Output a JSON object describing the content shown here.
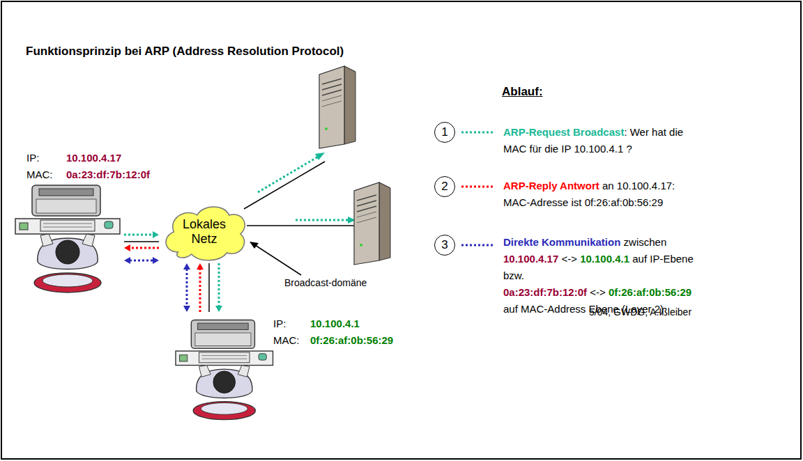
{
  "diagram": {
    "title": "Funktionsprinzip bei ARP (Address Resolution Protocol)",
    "nodes": [
      {
        "text": [
          "IP:",
          "10.100.4.17",
          "MAC:",
          "0a:23:df:7b:12:0f"
        ]
      },
      {
        "text": [
          "Lokales Netz"
        ]
      },
      {
        "text": [
          "IP:",
          "10.100.4.1",
          "MAC:",
          "0f:26:af:0b:56:29"
        ]
      }
    ],
    "edges": [
      {
        "from": 0,
        "to": 1,
        "arrow": "none"
      },
      {
        "from": 0,
        "to": 1,
        "arrow": "to"
      },
      {
        "from": 1,
        "to": 0,
        "arrow": "to"
      },
      {
        "from": 0,
        "to": 1,
        "arrow": "both"
      },
      {
        "from": 1,
        "to": 2,
        "arrow": "none"
      },
      {
        "from": 1,
        "to": 2,
        "arrow": "to"
      },
      {
        "from": 2,
        "to": 1,
        "arrow": "to"
      },
      {
        "from": 1,
        "to": 2,
        "arrow": "both"
      }
    ],
    "labels": [
      "Broadcast-domäne",
      "Ablauf:",
      "1",
      "ARP-Request Broadcast",
      ": Wer hat die MAC für die IP 10.100.4.1 ?",
      "2",
      "ARP-Reply Antwort",
      "an 10.100.4.17: MAC-Adresse ist 0f:26:af:0b:56:29",
      "3",
      "Direkte Kommunikation",
      "zwischen",
      "10.100.4.17",
      "<->",
      "10.100.4.1",
      "auf IP-Ebene",
      "bzw.",
      "0a:23:df:7b:12:0f",
      "<->",
      "0f:26:af:0b:56:29",
      "auf MAC-Address Ebene (Layer 2)",
      "5/04, GWDG, A.Ißleiber"
    ]
  }
}
